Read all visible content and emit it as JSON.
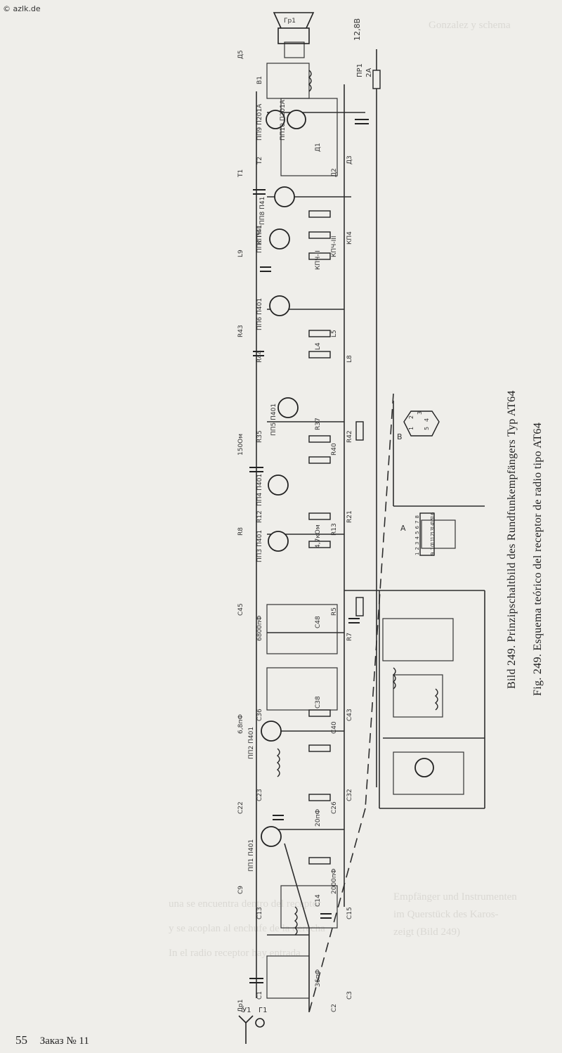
{
  "header": {
    "site_stamp": "© azlk.de"
  },
  "figure": {
    "caption_de": "Bild 249. Prinzipschaltbild des Rundfunkempfängers Typ AT64",
    "caption_es": "Fig. 249. Esquema teórico del receptor de radio tipo AT64",
    "supply": {
      "voltage": "12,8B",
      "fuse": "ПР1",
      "fuse_rating": "2A"
    },
    "antenna": {
      "label": "У1",
      "ground": "Г1"
    },
    "speaker": "Гр1",
    "transistors": [
      "ПП1 П401",
      "ПП2 П401",
      "ПП3 П401",
      "ПП4 П401",
      "ПП5 П401",
      "ПП6 П401",
      "ПП7 П41",
      "ПП8 П41",
      "ПП9 П201А",
      "ПП10 П201А"
    ],
    "ref_labels": [
      "Др1",
      "С1",
      "36пФ",
      "С2",
      "С3",
      "С9",
      "С13",
      "С14",
      "2000пФ",
      "С15",
      "С22",
      "С23",
      "20пФ",
      "С26",
      "С32",
      "6,8пФ",
      "С36",
      "С38",
      "С40",
      "С43",
      "С45",
      "6800пФ",
      "С48",
      "R5",
      "R7",
      "R8",
      "R12",
      "4,7кОм",
      "R13",
      "R21",
      "150Ом",
      "R35",
      "R37",
      "R40",
      "R42",
      "R43",
      "R44",
      "L4",
      "L5",
      "L8",
      "L9",
      "КПЧ-I",
      "КПЧ-II",
      "КПЧ-III",
      "КП4",
      "Т1",
      "Т2",
      "Д1",
      "Д2",
      "Д3",
      "Д5",
      "В1",
      "А",
      "В"
    ],
    "connector_a_pins": [
      "1",
      "2",
      "3",
      "4",
      "5",
      "6",
      "7",
      "8",
      "9",
      "10",
      "11",
      "12",
      "13",
      "14",
      "15",
      "16"
    ],
    "connector_b_pins": [
      "1",
      "2",
      "3",
      "4",
      "5"
    ]
  },
  "footer": {
    "page_number": "55",
    "order": "Заказ № 11"
  },
  "bleed_text_lines": [
    "una se encuentra dentro del receptor",
    "y se acoplan al enchufe de la derecha",
    "In el radio receptor hay entrada",
    "Empfänger und Instrumenten",
    "im Querstück des Karos-",
    "zeigt (Bild 249)",
    "Gonzalez y schema"
  ],
  "colors": {
    "paper": "#efeeea",
    "ink": "#262626"
  }
}
